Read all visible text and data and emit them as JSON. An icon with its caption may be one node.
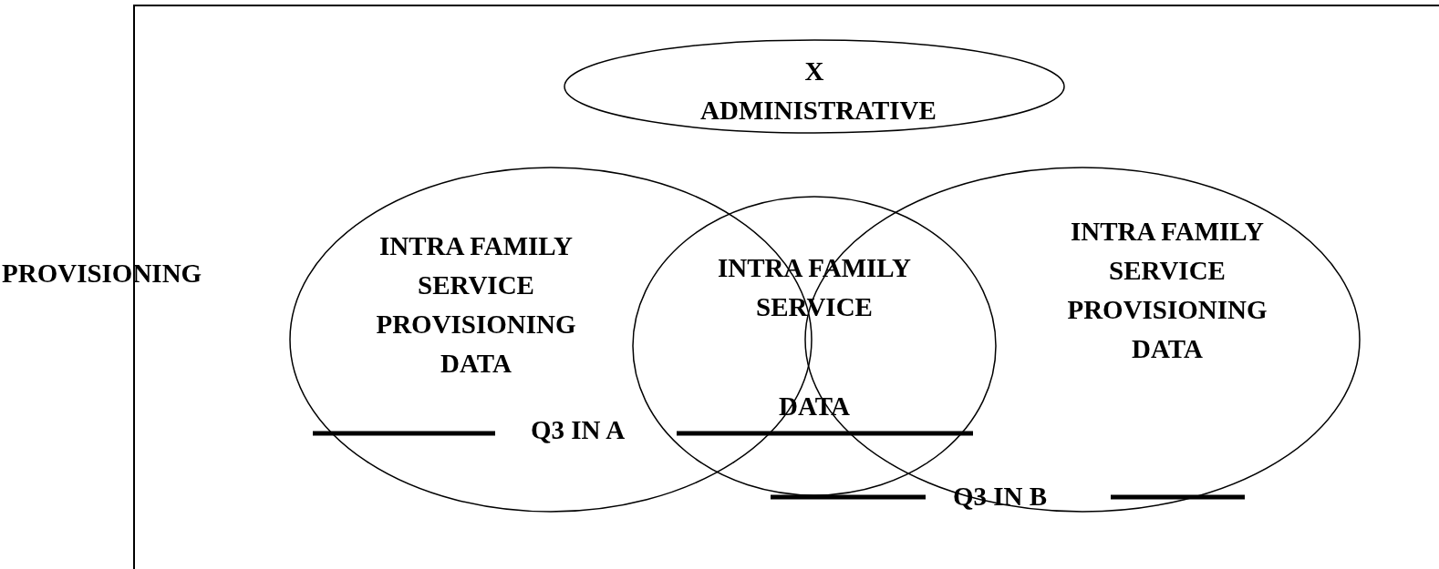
{
  "diagram": {
    "nodes": [
      {
        "text": [
          "X ADMINISTRATIVE"
        ]
      },
      {
        "text": [
          "INTRA FAMILY SERVICE PROVISIONING DATA"
        ]
      },
      {
        "text": [
          "INTRA FAMILY SERVICE",
          "DATA"
        ]
      },
      {
        "text": [
          "INTRA FAMILY SERVICE PROVISIONING DATA"
        ]
      }
    ],
    "edges": [],
    "labels": [
      "PROVISIONING",
      "Q3 IN A",
      "Q3 IN B"
    ]
  }
}
